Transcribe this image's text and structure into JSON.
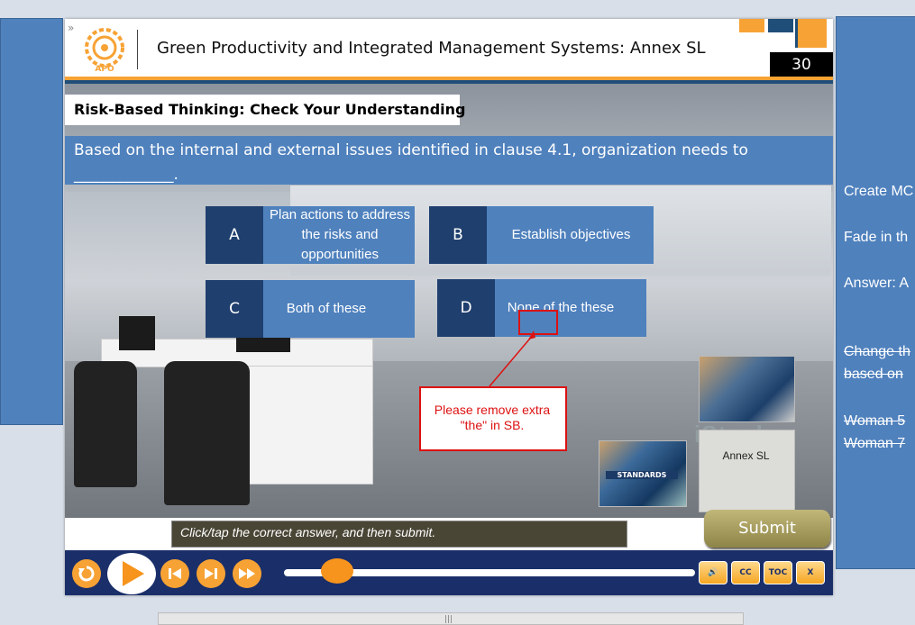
{
  "header": {
    "title": "Green Productivity and Integrated Management Systems: Annex SL",
    "page_number": "30",
    "logo_text": "APO",
    "chevron": "»"
  },
  "slide": {
    "section_title": "Risk-Based Thinking: Check Your Understanding",
    "question": "Based on the internal and external issues identified in clause 4.1, organization needs to _____________.",
    "options": [
      {
        "letter": "A",
        "text": "Plan actions to address the risks and opportunities"
      },
      {
        "letter": "B",
        "text": "Establish objectives"
      },
      {
        "letter": "C",
        "text": "Both of these"
      },
      {
        "letter": "D",
        "text": "None of the these"
      }
    ],
    "instruction": "Click/tap the correct answer, and then submit.",
    "submit_label": "Submit",
    "annex_label": "Annex SL",
    "standards_label": "STANDARDS",
    "watermark": "iStock"
  },
  "annotation": {
    "text": "Please remove extra \"the\" in SB.",
    "color": "#d11111"
  },
  "notes_panel": {
    "lines": [
      {
        "text": "Create MC",
        "strike": false
      },
      {
        "text": "Fade in th",
        "strike": false
      },
      {
        "text": "Answer: A",
        "strike": false
      },
      {
        "text": "Change th",
        "strike": true
      },
      {
        "text": "based on",
        "strike": true
      },
      {
        "text": "Woman 5",
        "strike": true
      },
      {
        "text": "Woman 7",
        "strike": true
      }
    ]
  },
  "player": {
    "buttons": {
      "replay": "replay-icon",
      "play": "play-icon",
      "prev": "previous-icon",
      "next": "next-icon",
      "fast_forward": "fast-forward-icon"
    },
    "progress": 0.13,
    "right_buttons": {
      "volume": "🔊",
      "cc": "CC",
      "toc": "TOC",
      "close": "X"
    }
  },
  "colors": {
    "accent_orange": "#f7a234",
    "navy": "#1f4e79",
    "option_blue": "#4f81bd",
    "option_letter": "#1f3f6e",
    "submit_gold": "#a79d5c",
    "player_bg": "#1a2f6a"
  }
}
